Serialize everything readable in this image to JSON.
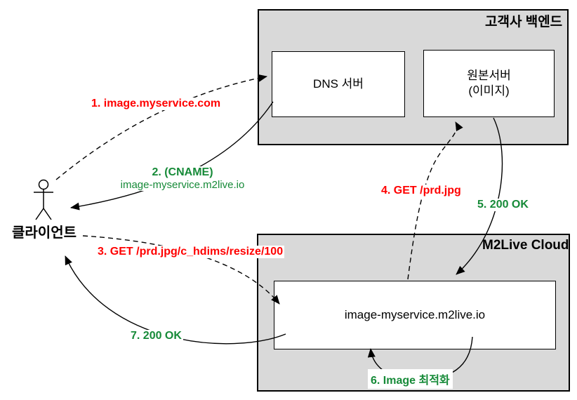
{
  "colors": {
    "red": "#ff0000",
    "green": "#168a38",
    "group_box_fill": "#d9d9d9",
    "line": "#000000"
  },
  "client": {
    "label": "클라이언트"
  },
  "backend": {
    "title": "고객사 백엔드",
    "dns_label": "DNS 서버",
    "origin_label_line1": "원본서버",
    "origin_label_line2": "(이미지)"
  },
  "cloud": {
    "title": "M2Live Cloud",
    "server_label": "image-myservice.m2live.io"
  },
  "steps": [
    {
      "label": "1. image.myservice.com"
    },
    {
      "label": "2. (CNAME)",
      "sublabel": "image-myservice.m2live.io"
    },
    {
      "label": "3. GET /prd.jpg/c_hdims/resize/100"
    },
    {
      "label": "4. GET /prd.jpg"
    },
    {
      "label": "5. 200 OK"
    },
    {
      "label": "6. Image 최적화"
    },
    {
      "label": "7. 200 OK"
    }
  ]
}
